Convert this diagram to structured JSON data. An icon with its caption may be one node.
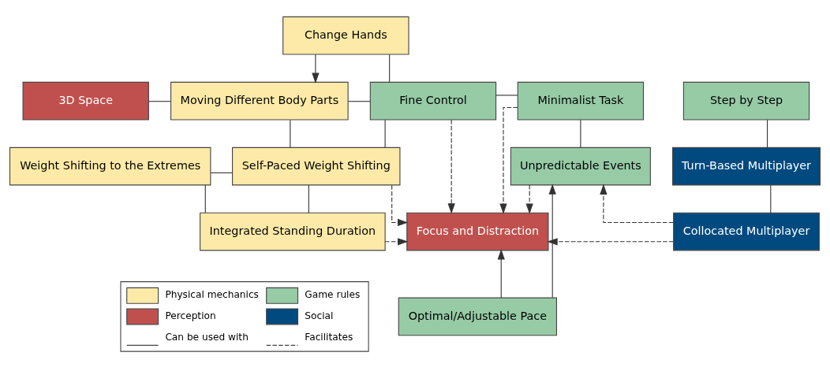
{
  "diagram": {
    "nodes": [
      {
        "text": [
          "Change Hands"
        ]
      },
      {
        "text": [
          "3D Space"
        ]
      },
      {
        "text": [
          "Moving Different Body Parts"
        ]
      },
      {
        "text": [
          "Fine Control"
        ]
      },
      {
        "text": [
          "Minimalist Task"
        ]
      },
      {
        "text": [
          "Step by Step"
        ]
      },
      {
        "text": [
          "Weight Shifting to the Extremes"
        ]
      },
      {
        "text": [
          "Self-Paced Weight Shifting"
        ]
      },
      {
        "text": [
          "Unpredictable Events"
        ]
      },
      {
        "text": [
          "Turn-Based Multiplayer"
        ]
      },
      {
        "text": [
          "Integrated Standing Duration"
        ]
      },
      {
        "text": [
          "Focus and Distraction"
        ]
      },
      {
        "text": [
          "Collocated Multiplayer"
        ]
      },
      {
        "text": [
          "Optimal/Adjustable Pace"
        ]
      }
    ],
    "edges": [
      {
        "from": 0,
        "to": 2,
        "arrow": "to"
      },
      {
        "from": 0,
        "to": 3,
        "arrow": "none"
      },
      {
        "from": 1,
        "to": 2,
        "arrow": "none"
      },
      {
        "from": 2,
        "to": 3,
        "arrow": "none"
      },
      {
        "from": 3,
        "to": 4,
        "arrow": "none"
      },
      {
        "from": 2,
        "to": 7,
        "arrow": "none"
      },
      {
        "from": 6,
        "to": 7,
        "arrow": "none"
      },
      {
        "from": 3,
        "to": 7,
        "arrow": "none"
      },
      {
        "from": 4,
        "to": 8,
        "arrow": "none"
      },
      {
        "from": 5,
        "to": 9,
        "arrow": "none"
      },
      {
        "from": 9,
        "to": 12,
        "arrow": "none"
      },
      {
        "from": 6,
        "to": 10,
        "arrow": "none"
      },
      {
        "from": 7,
        "to": 10,
        "arrow": "none"
      },
      {
        "from": 3,
        "to": 11,
        "arrow": "to",
        "style": "dashed"
      },
      {
        "from": 7,
        "to": 11,
        "arrow": "to",
        "style": "dashed"
      },
      {
        "from": 4,
        "to": 11,
        "arrow": "to",
        "style": "dashed"
      },
      {
        "from": 8,
        "to": 11,
        "arrow": "to",
        "style": "dashed"
      },
      {
        "from": 10,
        "to": 11,
        "arrow": "to",
        "style": "dashed"
      },
      {
        "from": 12,
        "to": 11,
        "arrow": "to",
        "style": "dashed"
      },
      {
        "from": 12,
        "to": 8,
        "arrow": "to",
        "style": "dashed"
      },
      {
        "from": 13,
        "to": 11,
        "arrow": "to"
      },
      {
        "from": 13,
        "to": 8,
        "arrow": "to"
      }
    ],
    "legend": [
      {
        "text": "Physical mechanics",
        "color": "#fdeaa8"
      },
      {
        "text": "Game rules",
        "color": "#96cba6"
      },
      {
        "text": "Perception",
        "color": "#c0504d"
      },
      {
        "text": "Social",
        "color": "#004a7f"
      },
      {
        "text": "Can be used with"
      },
      {
        "text": "Facilitates"
      }
    ]
  }
}
